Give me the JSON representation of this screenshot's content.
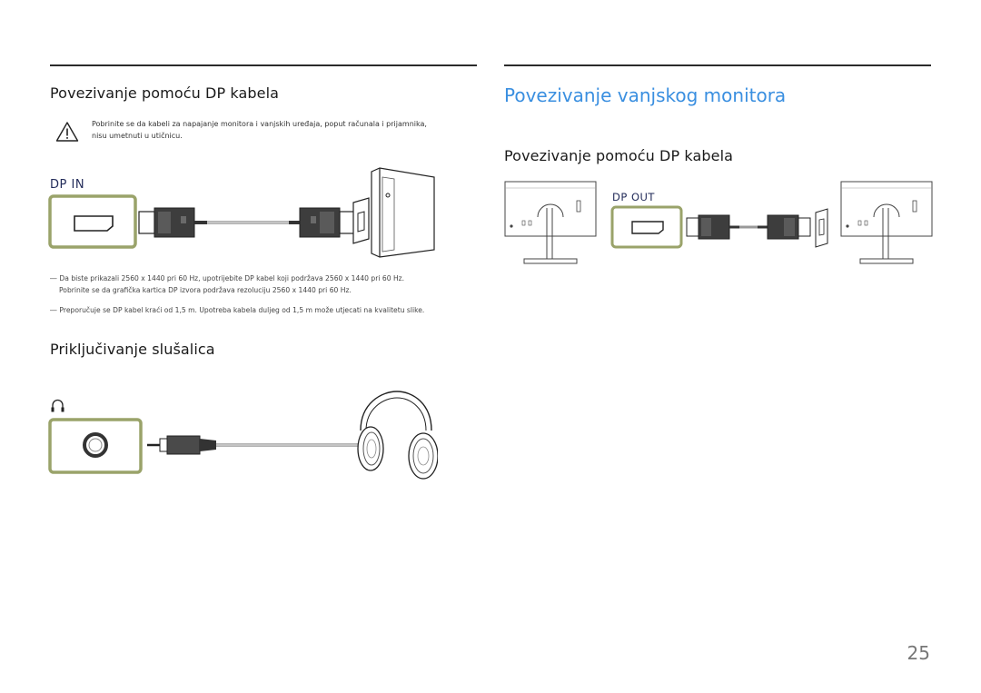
{
  "left": {
    "section1_title": "Povezivanje pomoću DP kabela",
    "warning_line1": "Pobrinite se da kabeli za napajanje monitora i vanjskih uređaja, poput računala i prijamnika,",
    "warning_line2": "nisu umetnuti u utičnicu.",
    "port_label": "DP IN",
    "note1_line1": "Da biste prikazali 2560 x 1440 pri 60 Hz, upotrijebite DP kabel koji podržava 2560 x 1440 pri 60 Hz.",
    "note1_line2": "Pobrinite se da grafička kartica DP izvora podržava rezoluciju 2560 x 1440 pri 60 Hz.",
    "note2": "Preporučuje se DP kabel kraći od 1,5 m. Upotreba kabela duljeg od 1,5 m može utjecati na kvalitetu slike.",
    "note_marker": "―",
    "section2_title": "Priključivanje slušalica"
  },
  "right": {
    "page_title": "Povezivanje vanjskog monitora",
    "section_title": "Povezivanje pomoću DP kabela",
    "port_label": "DP OUT"
  },
  "page_number": "25",
  "icons": [
    "warning-icon",
    "headphone-port-icon"
  ],
  "colors": {
    "accent": "#3a8fe0",
    "port_frame": "#9aa36a",
    "port_label": "#232c5a"
  }
}
